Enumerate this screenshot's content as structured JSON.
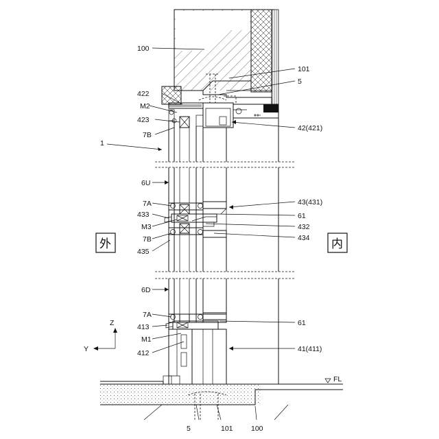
{
  "labels": {
    "l100_top": "100",
    "l101_top": "101",
    "l5_top": "5",
    "l422": "422",
    "lM2": "M2",
    "l423": "423",
    "l7B_top": "7B",
    "l42": "42(421)",
    "l1": "1",
    "l6U": "6U",
    "l7A_mid": "7A",
    "l43": "43(431)",
    "l433": "433",
    "l61_mid": "61",
    "lM3": "M3",
    "l432": "432",
    "l7B_mid": "7B",
    "l434": "434",
    "l435": "435",
    "l6D": "6D",
    "l7A_bot": "7A",
    "l61_bot": "61",
    "l413": "413",
    "lM1": "M1",
    "l41": "41(411)",
    "l412": "412",
    "lFL": "FL",
    "l5_bot": "5",
    "l101_bot": "101",
    "l100_bot": "100"
  },
  "side_labels": {
    "outside": "外",
    "inside": "内"
  },
  "axes": {
    "z": "Z",
    "y": "Y"
  }
}
